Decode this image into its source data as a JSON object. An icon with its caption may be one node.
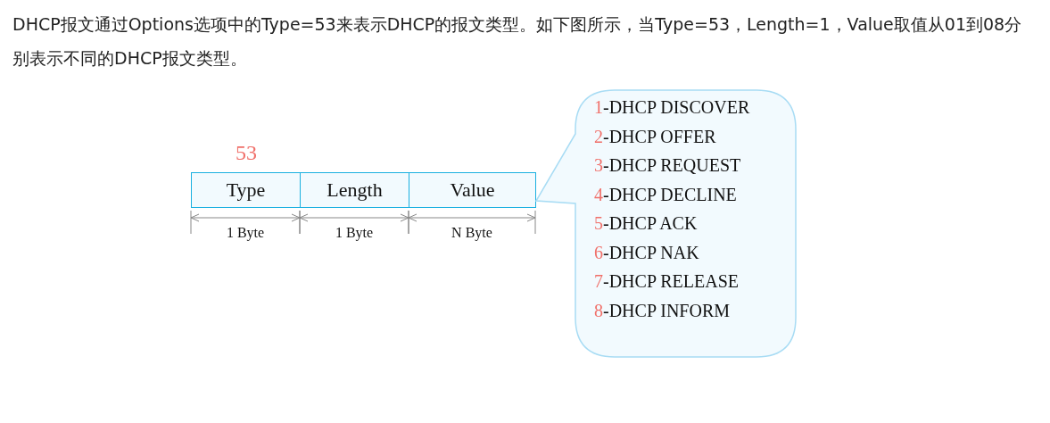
{
  "diagram": {
    "nodes": [
      {
        "text": [
          "Type"
        ]
      },
      {
        "text": [
          "Length"
        ]
      },
      {
        "text": [
          "Value"
        ]
      },
      {
        "text": [
          "1-DHCP DISCOVER",
          "2-DHCP OFFER",
          "3-DHCP REQUEST",
          "4-DHCP DECLINE",
          "5-DHCP ACK",
          "6-DHCP NAK",
          "7-DHCP RELEASE",
          "8-DHCP INFORM"
        ]
      }
    ],
    "labels": [
      "DHCP报文通过Options选项中的Type=53来表示DHCP的报文类型。如下图所示，当Type=53，Length=1，Value取值从01到08分别表示不同的DHCP报文类型。",
      "53",
      "1 Byte",
      "1 Byte",
      "N Byte"
    ]
  }
}
